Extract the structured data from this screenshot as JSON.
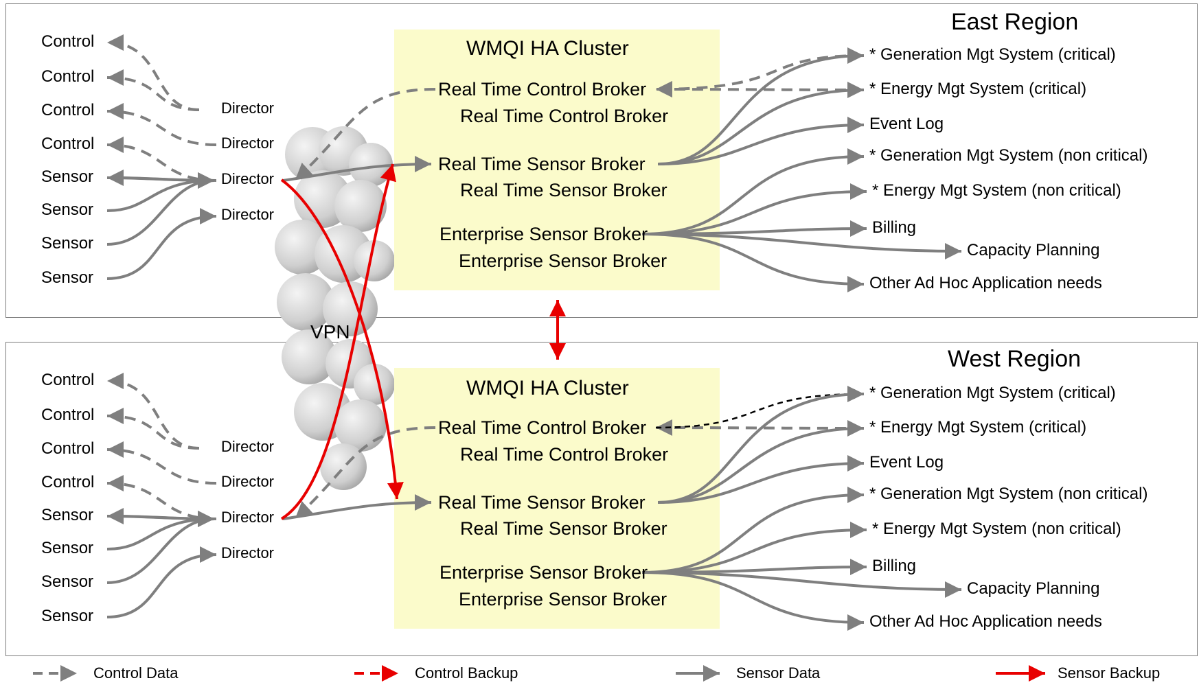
{
  "east": {
    "title": "East Region",
    "cluster_title": "WMQI HA Cluster",
    "sources": [
      "Control",
      "Control",
      "Control",
      "Control",
      "Sensor",
      "Sensor",
      "Sensor",
      "Sensor"
    ],
    "directors": [
      "Director",
      "Director",
      "Director",
      "Director"
    ],
    "brokers": [
      "Real Time Control Broker",
      "Real Time Control Broker",
      "Real Time Sensor Broker",
      "Real Time Sensor Broker",
      "Enterprise Sensor Broker",
      "Enterprise Sensor Broker"
    ],
    "targets": [
      "* Generation Mgt System (critical)",
      "* Energy Mgt System (critical)",
      "Event Log",
      "* Generation Mgt System (non critical)",
      "* Energy Mgt System (non critical)",
      "Billing",
      "Capacity Planning",
      "Other Ad Hoc Application needs"
    ]
  },
  "west": {
    "title": "West Region",
    "cluster_title": "WMQI HA Cluster",
    "sources": [
      "Control",
      "Control",
      "Control",
      "Control",
      "Sensor",
      "Sensor",
      "Sensor",
      "Sensor"
    ],
    "directors": [
      "Director",
      "Director",
      "Director",
      "Director"
    ],
    "brokers": [
      "Real Time Control Broker",
      "Real Time Control Broker",
      "Real Time Sensor Broker",
      "Real Time Sensor Broker",
      "Enterprise Sensor Broker",
      "Enterprise Sensor Broker"
    ],
    "targets": [
      "* Generation Mgt System (critical)",
      "* Energy Mgt System (critical)",
      "Event Log",
      "* Generation Mgt System (non critical)",
      "* Energy Mgt System (non critical)",
      "Billing",
      "Capacity Planning",
      "Other Ad Hoc Application needs"
    ]
  },
  "vpn_label": "VPN",
  "legend": {
    "control_data": "Control Data",
    "control_backup": "Control Backup",
    "sensor_data": "Sensor Data",
    "sensor_backup": "Sensor Backup"
  },
  "colors": {
    "data_line": "#7f7f7f",
    "backup_line": "#e80000",
    "cluster_fill": "#fbfbcb",
    "region_border": "#7a7a7a",
    "cloud_fill": "#d4d4d4",
    "west_critical_link": "#000000"
  }
}
